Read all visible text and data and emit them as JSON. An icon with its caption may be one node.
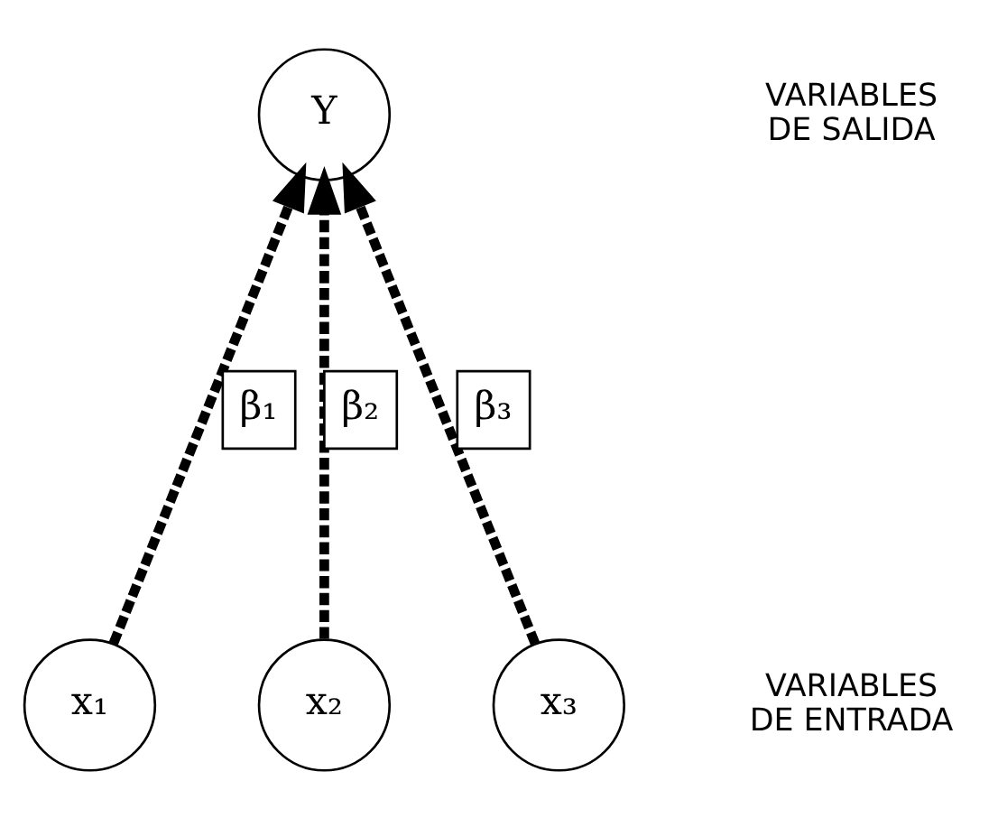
{
  "diagram": {
    "nodes": [
      {
        "text": [
          "Y"
        ]
      },
      {
        "text": [
          "x₁"
        ]
      },
      {
        "text": [
          "x₂"
        ]
      },
      {
        "text": [
          "x₃"
        ]
      }
    ],
    "edges": [
      {
        "from": 1,
        "to": 0,
        "arrow": "to",
        "label": "β₁",
        "style": "dashed"
      },
      {
        "from": 2,
        "to": 0,
        "arrow": "to",
        "label": "β₂",
        "style": "dashed"
      },
      {
        "from": 3,
        "to": 0,
        "arrow": "to",
        "label": "β₃",
        "style": "dashed"
      }
    ],
    "labels": [
      "VARIABLES DE SALIDA",
      "VARIABLES DE ENTRADA"
    ]
  }
}
